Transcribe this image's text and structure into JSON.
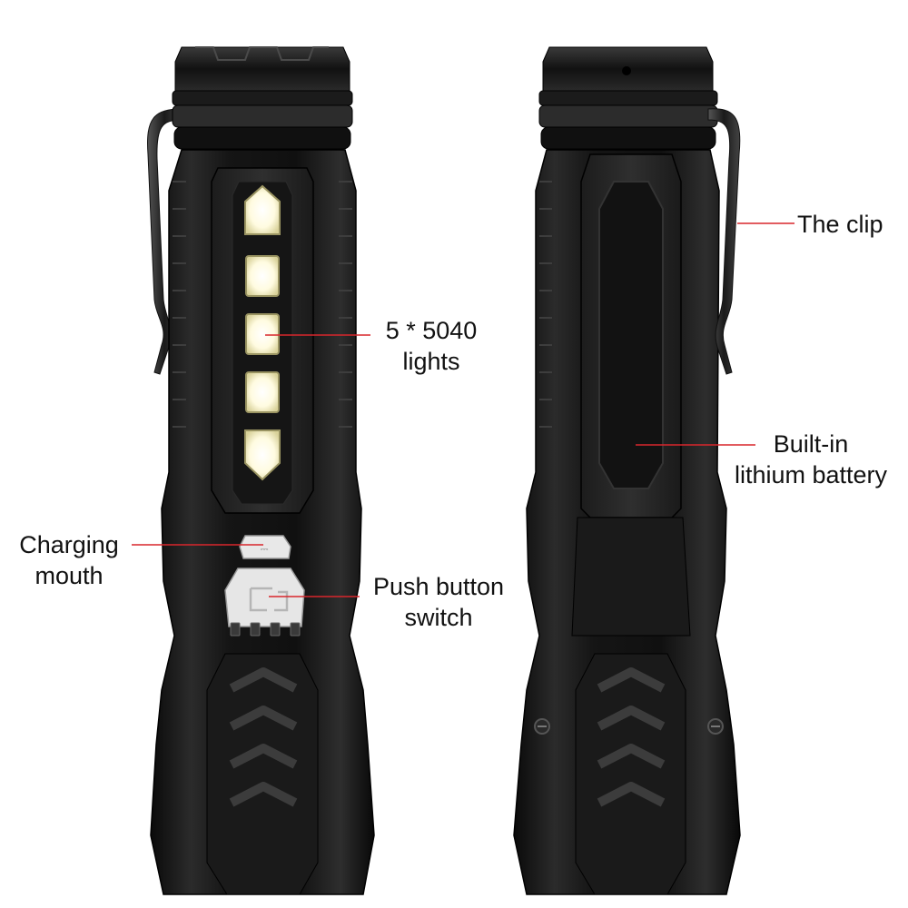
{
  "callouts": {
    "lights": {
      "line1": "5 * 5040",
      "line2": "lights"
    },
    "charging": {
      "line1": "Charging",
      "line2": "mouth"
    },
    "switch": {
      "line1": "Push button",
      "line2": "switch"
    },
    "clip": {
      "line1": "The clip"
    },
    "battery": {
      "line1": "Built-in",
      "line2": "lithium battery"
    }
  },
  "colors": {
    "body": "#141414",
    "body_highlight": "#3a3a3a",
    "led": "#fbfbf0",
    "led_glow": "#fff8b0",
    "callout_line": "#d8262c",
    "text": "#111111"
  },
  "led_count": 5
}
